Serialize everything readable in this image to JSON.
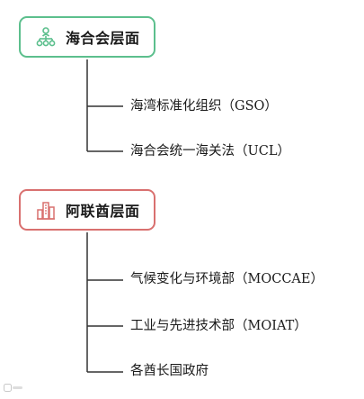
{
  "groups": [
    {
      "title": "海合会层面",
      "icon": "org-hierarchy-icon",
      "color": "#5cbf8d",
      "children": [
        "海湾标准化组织（GSO）",
        "海合会统一海关法（UCL）"
      ]
    },
    {
      "title": "阿联酋层面",
      "icon": "city-buildings-icon",
      "color": "#d9706f",
      "children": [
        "气候变化与环境部（MOCCAE）",
        "工业与先进技术部（MOIAT）",
        "各酋长国政府"
      ]
    }
  ],
  "watermark": {
    "icon": "brand-logo-icon"
  }
}
